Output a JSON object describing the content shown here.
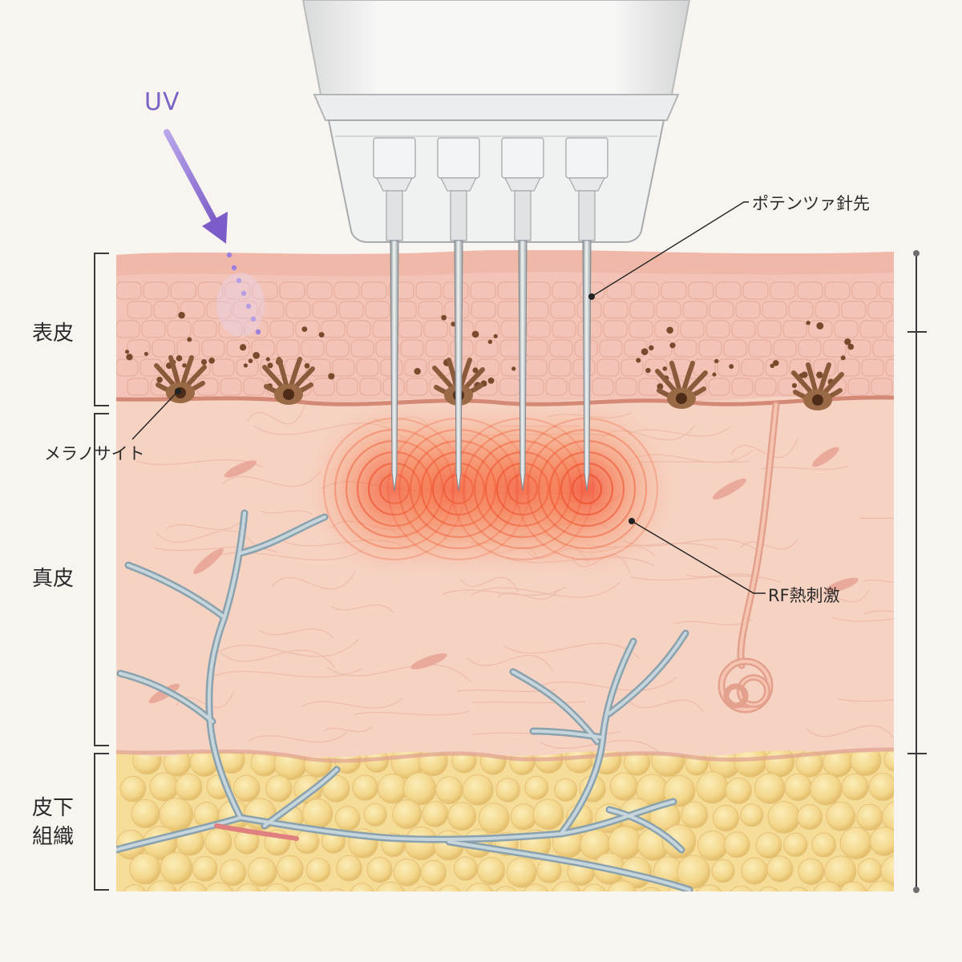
{
  "uv": {
    "label": "UV",
    "color": "#8a6fd0"
  },
  "layers": {
    "epidermis": "表皮",
    "dermis": "真皮",
    "subcutis_line1": "皮下",
    "subcutis_line2": "組織"
  },
  "callouts": {
    "needle": "ポテンツァ針先",
    "melanocyte": "メラノサイト",
    "rf": "RF熱刺激"
  },
  "needle_count": 4,
  "colors": {
    "background": "#f8f4ef",
    "epidermis": "#f2c3b6",
    "dermis": "#f6d2c2",
    "fat": "#f5dc97",
    "vessel": "#9db3bd",
    "melanin": "#7a4a2c",
    "rf_heat": "#f0502e",
    "device": "#f4f4f2"
  }
}
